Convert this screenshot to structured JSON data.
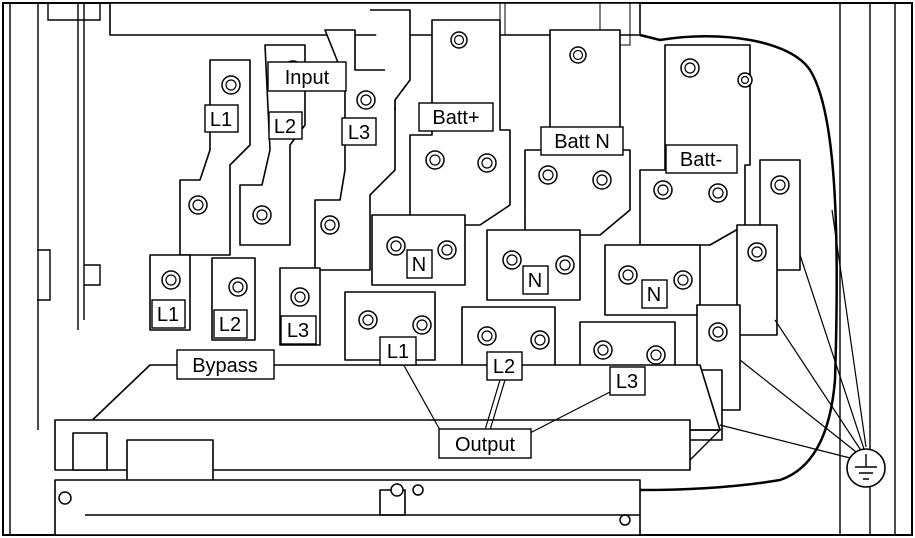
{
  "labels": {
    "input": "Input",
    "input_l1": "L1",
    "input_l2": "L2",
    "input_l3": "L3",
    "batt_plus": "Batt+",
    "batt_n": "Batt N",
    "batt_minus": "Batt-",
    "n1": "N",
    "n2": "N",
    "n3": "N",
    "bypass": "Bypass",
    "bypass_l1": "L1",
    "bypass_l2": "L2",
    "bypass_l3": "L3",
    "output": "Output",
    "output_l1": "L1",
    "output_l2": "L2",
    "output_l3": "L3"
  },
  "icons": {
    "ground": "protective-earth-symbol"
  }
}
